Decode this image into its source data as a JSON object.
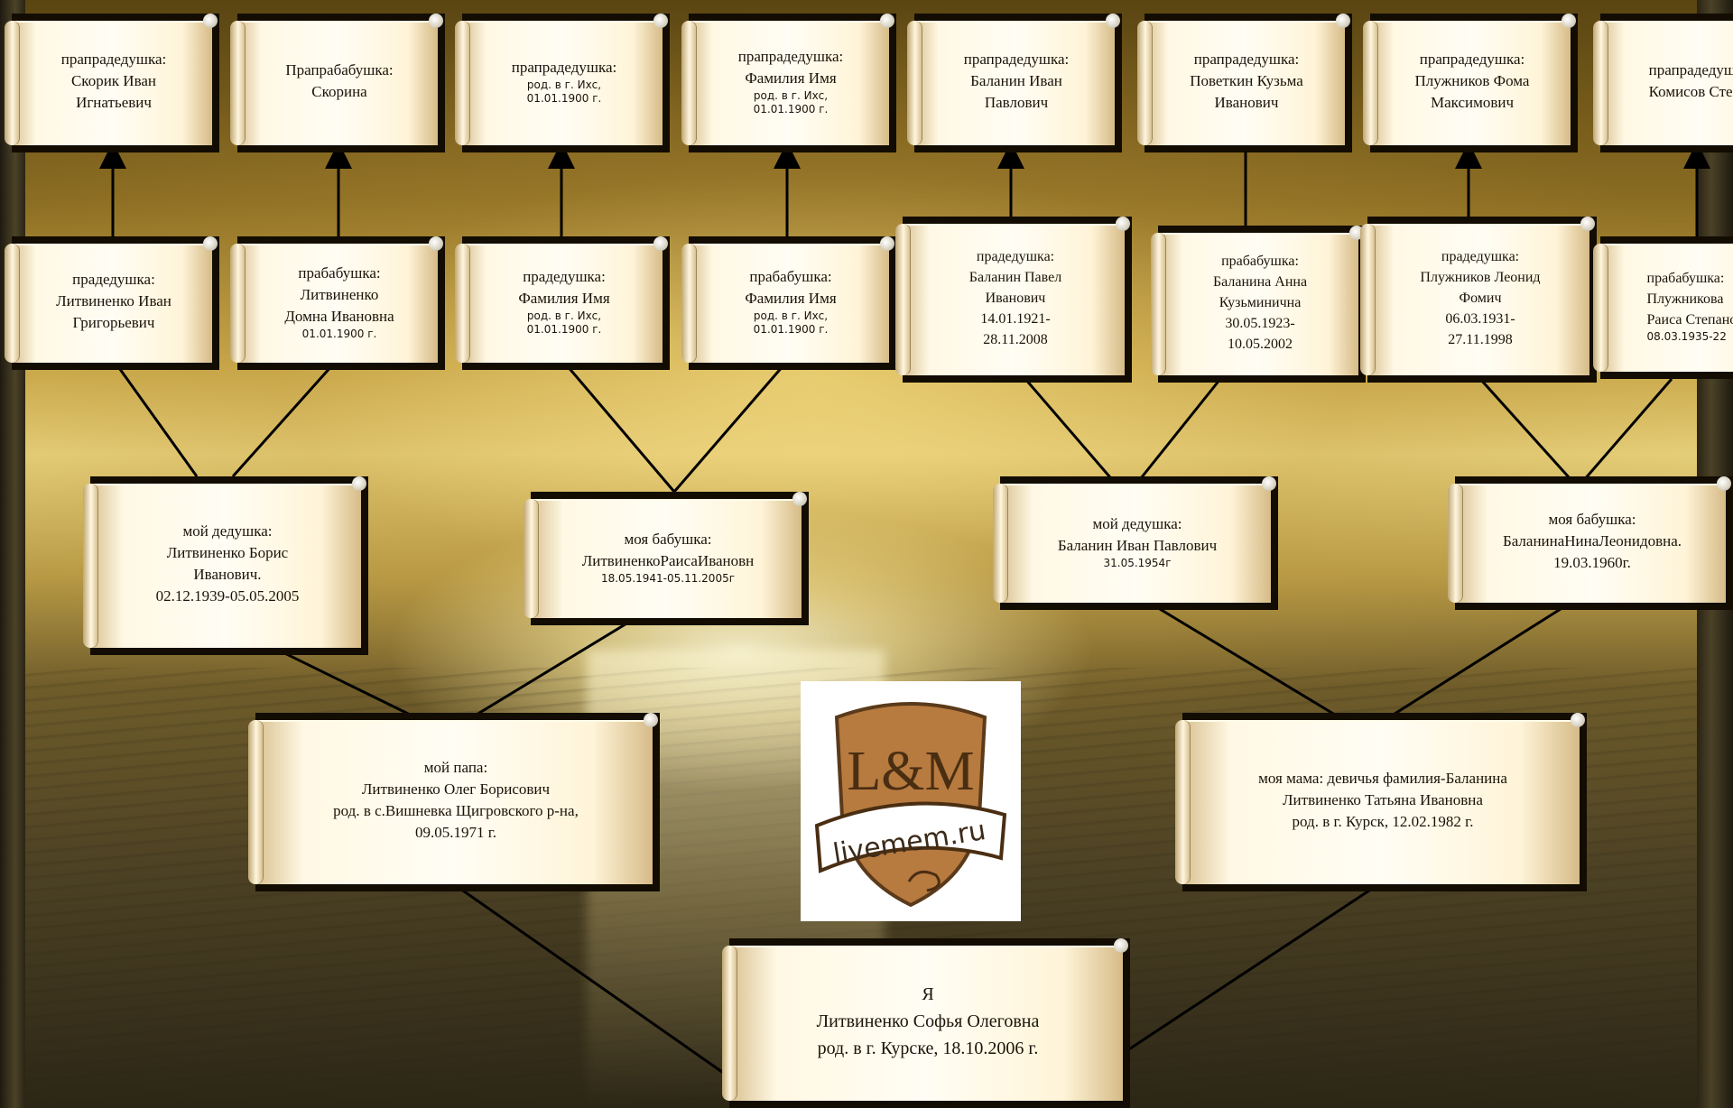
{
  "logo": {
    "monogram": "L&M",
    "site": "livemem.ru",
    "shield_color": "#b77a3f"
  },
  "colors": {
    "scroll_light": "#fffdf4",
    "scroll_shadow": "#120c02",
    "line": "#000000"
  },
  "people": {
    "ggf1": {
      "role": "прапрадедушка:",
      "name": "Скорик Иван\nИгнатьевич",
      "details": ""
    },
    "ggm1": {
      "role": "Прапрабабушка:",
      "name": "Скорина",
      "details": ""
    },
    "ggf2": {
      "role": "прапрадедушка:",
      "name": "",
      "details": "род. в г. Ихс,\n01.01.1900 г."
    },
    "ggf3": {
      "role": "прапрадедушка:",
      "name": "Фамилия Имя",
      "details": "род. в г. Ихс,\n01.01.1900 г."
    },
    "ggf4": {
      "role": "прапрадедушка:",
      "name": "Баланин Иван\nПавлович",
      "details": ""
    },
    "ggf5": {
      "role": "прапрадедушка:",
      "name": "Поветкин Кузьма\nИванович",
      "details": ""
    },
    "ggf6": {
      "role": "прапрадедушка:",
      "name": "Плужников Фома\nМаксимович",
      "details": ""
    },
    "ggf7": {
      "role": "прапрадедушка:",
      "name": "Комисов Степан",
      "details": ""
    },
    "gf1": {
      "role": "прадедушка:",
      "name": "Литвиненко Иван\nГригорьевич",
      "details": ""
    },
    "gm1": {
      "role": "прабабушка:",
      "name": "Литвиненко\nДомна Ивановна",
      "details": "01.01.1900 г."
    },
    "gf2": {
      "role": "прадедушка:",
      "name": "Фамилия Имя",
      "details": "род. в г. Ихс,\n01.01.1900 г."
    },
    "gm2": {
      "role": "прабабушка:",
      "name": "Фамилия Имя",
      "details": "род. в г. Ихс,\n01.01.1900 г."
    },
    "gf3": {
      "role": "прадедушка:",
      "name": "Баланин Павел\nИванович\n14.01.1921-\n28.11.2008",
      "details": ""
    },
    "gm3": {
      "role": "прабабушка:",
      "name": "Баланина Анна\nКузьминична\n30.05.1923-\n10.05.2002",
      "details": ""
    },
    "gf4": {
      "role": "прадедушка:",
      "name": "Плужников Леонид\nФомич\n06.03.1931-\n27.11.1998",
      "details": ""
    },
    "gm4": {
      "role": "прабабушка:",
      "name": "Плужникова\nРаиса Степановна",
      "details": "08.03.1935-22"
    },
    "pgf": {
      "role": "мой дедушка:",
      "name": "Литвиненко Борис\nИванович.\n02.12.1939-05.05.2005",
      "details": ""
    },
    "pgm": {
      "role": "моя бабушка:",
      "name": "ЛитвиненкоРаисаИвановн",
      "details": "18.05.1941-05.11.2005г"
    },
    "mgf": {
      "role": "мой дедушка:",
      "name": "Баланин Иван Павлович",
      "details": "31.05.1954г"
    },
    "mgm": {
      "role": "моя бабушка:",
      "name": "БаланинаНинаЛеонидовна.\n19.03.1960г.",
      "details": ""
    },
    "father": {
      "role": "мой папа:",
      "name": "Литвиненко Олег Борисович\nрод. в с.Вишневка Щигровского р-на,\n09.05.1971 г.",
      "details": ""
    },
    "mother": {
      "role": "моя мама: девичья фамилия-Баланина",
      "name": "Литвиненко Татьяна Ивановна\nрод. в г. Курск, 12.02.1982 г.",
      "details": ""
    },
    "me": {
      "role": "Я",
      "name": "Литвиненко Софья Олеговна\nрод. в г. Курске, 18.10.2006 г.",
      "details": ""
    }
  }
}
